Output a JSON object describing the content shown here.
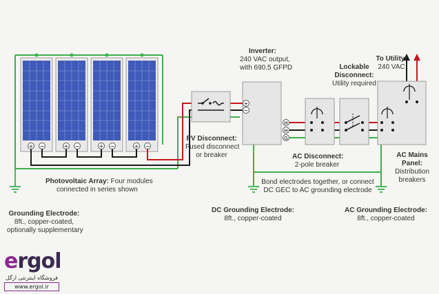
{
  "colors": {
    "green": "#3cb04a",
    "red": "#c8161d",
    "black": "#1a1a1a",
    "box_fill": "#e6e6e6",
    "box_stroke": "#9a9a9a",
    "panel_blue": "#3f5ab8"
  },
  "labels": {
    "inverter": {
      "title": "Inverter:",
      "l1": "240 VAC output,",
      "l2": "with 690.5 GFPD"
    },
    "lockable": {
      "title1": "Lockable",
      "title2": "Disconnect:",
      "l1": "Utility required"
    },
    "to_utility": {
      "title": "To Utility:",
      "l1": "240 VAC"
    },
    "pv_array": {
      "title": "Photovoltaic Array:",
      "l1_rest": " Four modules",
      "l2": "connected in series shown"
    },
    "pv_disconnect": {
      "title": "PV Disconnect:",
      "l1": "Fused disconnect",
      "l2": "or breaker"
    },
    "ac_disconnect": {
      "title": "AC Disconnect:",
      "l1": "2-pole breaker"
    },
    "ac_mains": {
      "title1": "AC Mains",
      "title2": "Panel:",
      "l1": "Distribution",
      "l2": "breakers"
    },
    "bond_note": {
      "l1": "Bond electrodes together, or connect",
      "l2": "DC GEC to AC grounding electrode"
    },
    "grounding": {
      "title": "Grounding Electrode:",
      "l1": "8ft., copper-coated,",
      "l2": "optionally supplementary"
    },
    "dc_grounding": {
      "title": "DC Grounding Electrode:",
      "l1": "8ft., copper-coated"
    },
    "ac_grounding": {
      "title": "AC Grounding Electrode:",
      "l1": "8ft., copper-coated"
    }
  },
  "terminals": {
    "plus": "+",
    "minus": "−",
    "h": "H",
    "g": "G"
  },
  "logo": {
    "word": "rgol",
    "initial": "e",
    "subtitle": "فروشگاه اینترنتی ارگل",
    "url": "www.ergol.ir"
  }
}
